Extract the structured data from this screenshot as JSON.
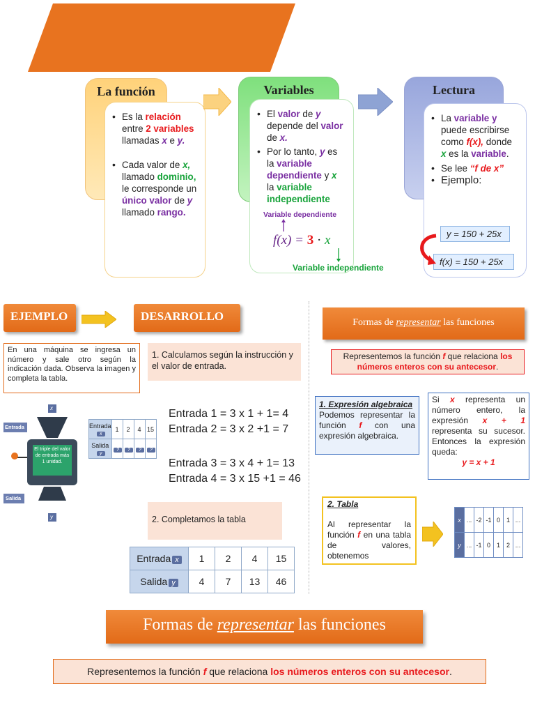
{
  "colors": {
    "orange": "#e8731f",
    "red": "#e8191c",
    "purple": "#7a2fa2",
    "green": "#17a33a",
    "blue": "#3d6fc0"
  },
  "funcion": {
    "title": "La función",
    "p1_a": "Es la ",
    "p1_b": "relación",
    "p1_c": " entre ",
    "p1_d": "2 variables",
    "p1_e": " llamadas ",
    "p1_x": "x",
    "p1_f": " e ",
    "p1_y": "y.",
    "p2_a": "Cada valor de ",
    "p2_x": "x,",
    "p2_b": " llamado ",
    "p2_c": "dominio,",
    "p2_d": " le corresponde un ",
    "p2_e": "único valor",
    "p2_f": " de ",
    "p2_y": "y",
    "p2_g": " llamado ",
    "p2_h": "rango."
  },
  "variables": {
    "title": "Variables",
    "p1_a": "El ",
    "p1_b": "valor",
    "p1_c": " de ",
    "p1_y": "y",
    "p1_d": " depende del ",
    "p1_e": "valor",
    "p1_f": " de ",
    "p1_x": "x.",
    "p2_a": "Por lo tanto, ",
    "p2_y": "y",
    "p2_b": " es la ",
    "p2_c": "variable dependiente",
    "p2_d": " y ",
    "p2_x": "x",
    "p2_e": " la ",
    "p2_f": "variable independiente",
    "dep_label": "Variable dependiente",
    "indep_label": "Variable independiente",
    "formula_lhs": "f(x) = ",
    "formula_num": "3",
    "formula_dot": " · ",
    "formula_x": "x"
  },
  "lectura": {
    "title": "Lectura",
    "p1_a": "La ",
    "p1_b": "variable y",
    "p1_c": " puede escribirse como ",
    "p1_d": "f(x),",
    "p1_e": " donde ",
    "p1_x": "x",
    "p1_f": " es la ",
    "p1_g": "variable",
    "p1_h": ".",
    "p2_a": "Se lee ",
    "p2_b": "“f de x”",
    "p3": "Ejemplo:",
    "eq1": "y = 150 + 25x",
    "eq2": "f(x) = 150 + 25x"
  },
  "ejemplo": {
    "tab": "EJEMPLO",
    "text": "En una máquina se ingresa un número y sale otro según la indicación dada. Observa la imagen y completa la tabla.",
    "machine_x": "x",
    "machine_y": "y",
    "machine_in": "Entrada",
    "machine_out": "Salida",
    "machine_screen": "El triple del valor de entrada más 1 unidad.",
    "small_table": {
      "row1_label": "Entrada",
      "row1_var": "x",
      "row1": [
        "1",
        "2",
        "4",
        "15"
      ],
      "row2_label": "Salida",
      "row2_var": "y",
      "row2": [
        "?",
        "?",
        "?",
        "?"
      ]
    }
  },
  "desarrollo": {
    "tab": "DESARROLLO",
    "step1": "1. Calculamos según la instrucción y el valor de entrada.",
    "lines": [
      "Entrada 1 = 3 x 1 + 1= 4",
      "Entrada 2 = 3 x 2 +1 = 7",
      "Entrada 3 = 3 x 4 + 1= 13",
      "Entrada 4 = 3 x 15 +1 = 46"
    ],
    "step2": "2. Completamos la tabla",
    "table": {
      "row1_label": "Entrada",
      "row1_var": "x",
      "row1": [
        "1",
        "2",
        "4",
        "15"
      ],
      "row2_label": "Salida",
      "row2_var": "y",
      "row2": [
        "4",
        "7",
        "13",
        "46"
      ]
    }
  },
  "formas": {
    "title_a": "Formas de ",
    "title_b": "representar",
    "title_c": " las funciones",
    "rep_a": "Representemos la función ",
    "rep_f": "f",
    "rep_b": " que relaciona ",
    "rep_c": "los números enteros con su antecesor",
    "rep_d": ".",
    "expr_title": "1. Expresión algebraica",
    "expr_a": "Podemos representar la función ",
    "expr_f": "f",
    "expr_b": " con una expresión algebraica.",
    "desc_a": "Si ",
    "desc_x": "x",
    "desc_b": " representa un número entero, la expresión ",
    "desc_x1": "x + 1",
    "desc_c": " representa su sucesor. Entonces la expresión queda:",
    "desc_eq": "y = x + 1",
    "tabla_title": "2. Tabla",
    "tabla_a": "Al representar la función ",
    "tabla_f": "f",
    "tabla_b": " en una tabla de valores, obtenemos",
    "seq_x_label": "x",
    "seq_y_label": "y",
    "seq_x": [
      "...",
      "-2",
      "-1",
      "0",
      "1",
      "..."
    ],
    "seq_y": [
      "...",
      "-1",
      "0",
      "1",
      "2",
      "..."
    ]
  }
}
